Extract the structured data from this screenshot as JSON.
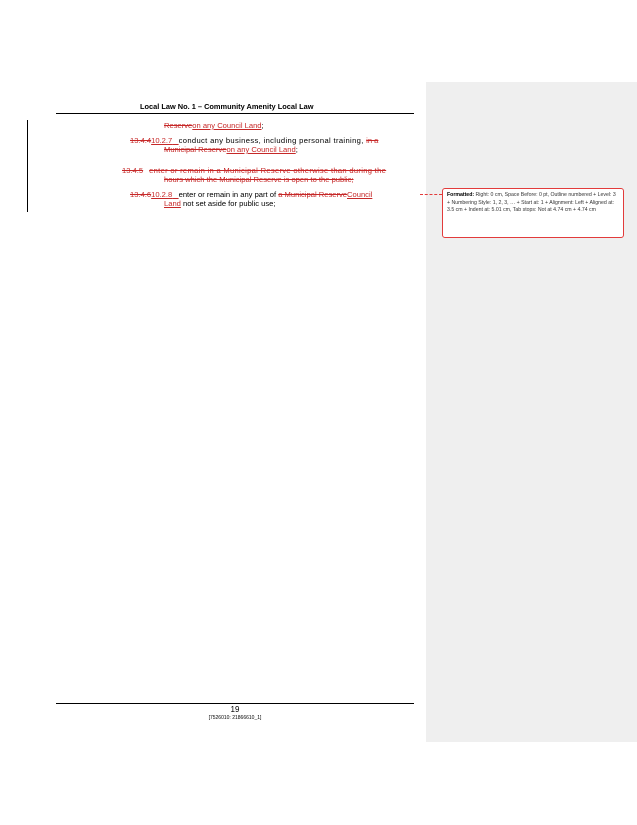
{
  "header": {
    "title": "Local Law No. 1 – Community Amenity Local Law"
  },
  "clauses": {
    "carry_line": {
      "ins_prefix": "Reserve",
      "ins_text": "on any Council Land",
      "tail": ";"
    },
    "c1": {
      "num_del": "13.4.4",
      "num_ins": "10.2.7",
      "tab": "   ",
      "text": "conduct any business, including personal training, ",
      "del1": "in a",
      "del2": "Municipal Reserve",
      "ins": "on any Council Land",
      "end": ";"
    },
    "c2": {
      "num_del": "13.4.5",
      "line1": "enter or remain in a Municipal Reserve otherwise than during the",
      "line2": "hours which the Municipal Reserve is open to the public;"
    },
    "c3": {
      "num_del": "13.4.6",
      "num_ins": "10.2.8",
      "tab": "   ",
      "text": "enter or remain in any part of ",
      "del": "a Municipal Reserve",
      "ins1": "Council",
      "ins2": "Land",
      "tail": " not set aside for public use;"
    }
  },
  "comment": {
    "label": "Formatted:",
    "text": " Right:  0 cm, Space Before:  0 pt, Outline numbered + Level: 3 + Numbering Style: 1, 2, 3, … + Start at: 1 + Alignment: Left + Aligned at:  3.5 cm + Indent at:  5.01 cm, Tab stops: Not at  4.74 cm +  4.74 cm"
  },
  "footer": {
    "page_number": "19",
    "doc_ref": "[7526010: 21866610_1]"
  },
  "colors": {
    "revision": "#c62828",
    "balloon_border": "#e23b3b",
    "pane": "#efefef"
  }
}
